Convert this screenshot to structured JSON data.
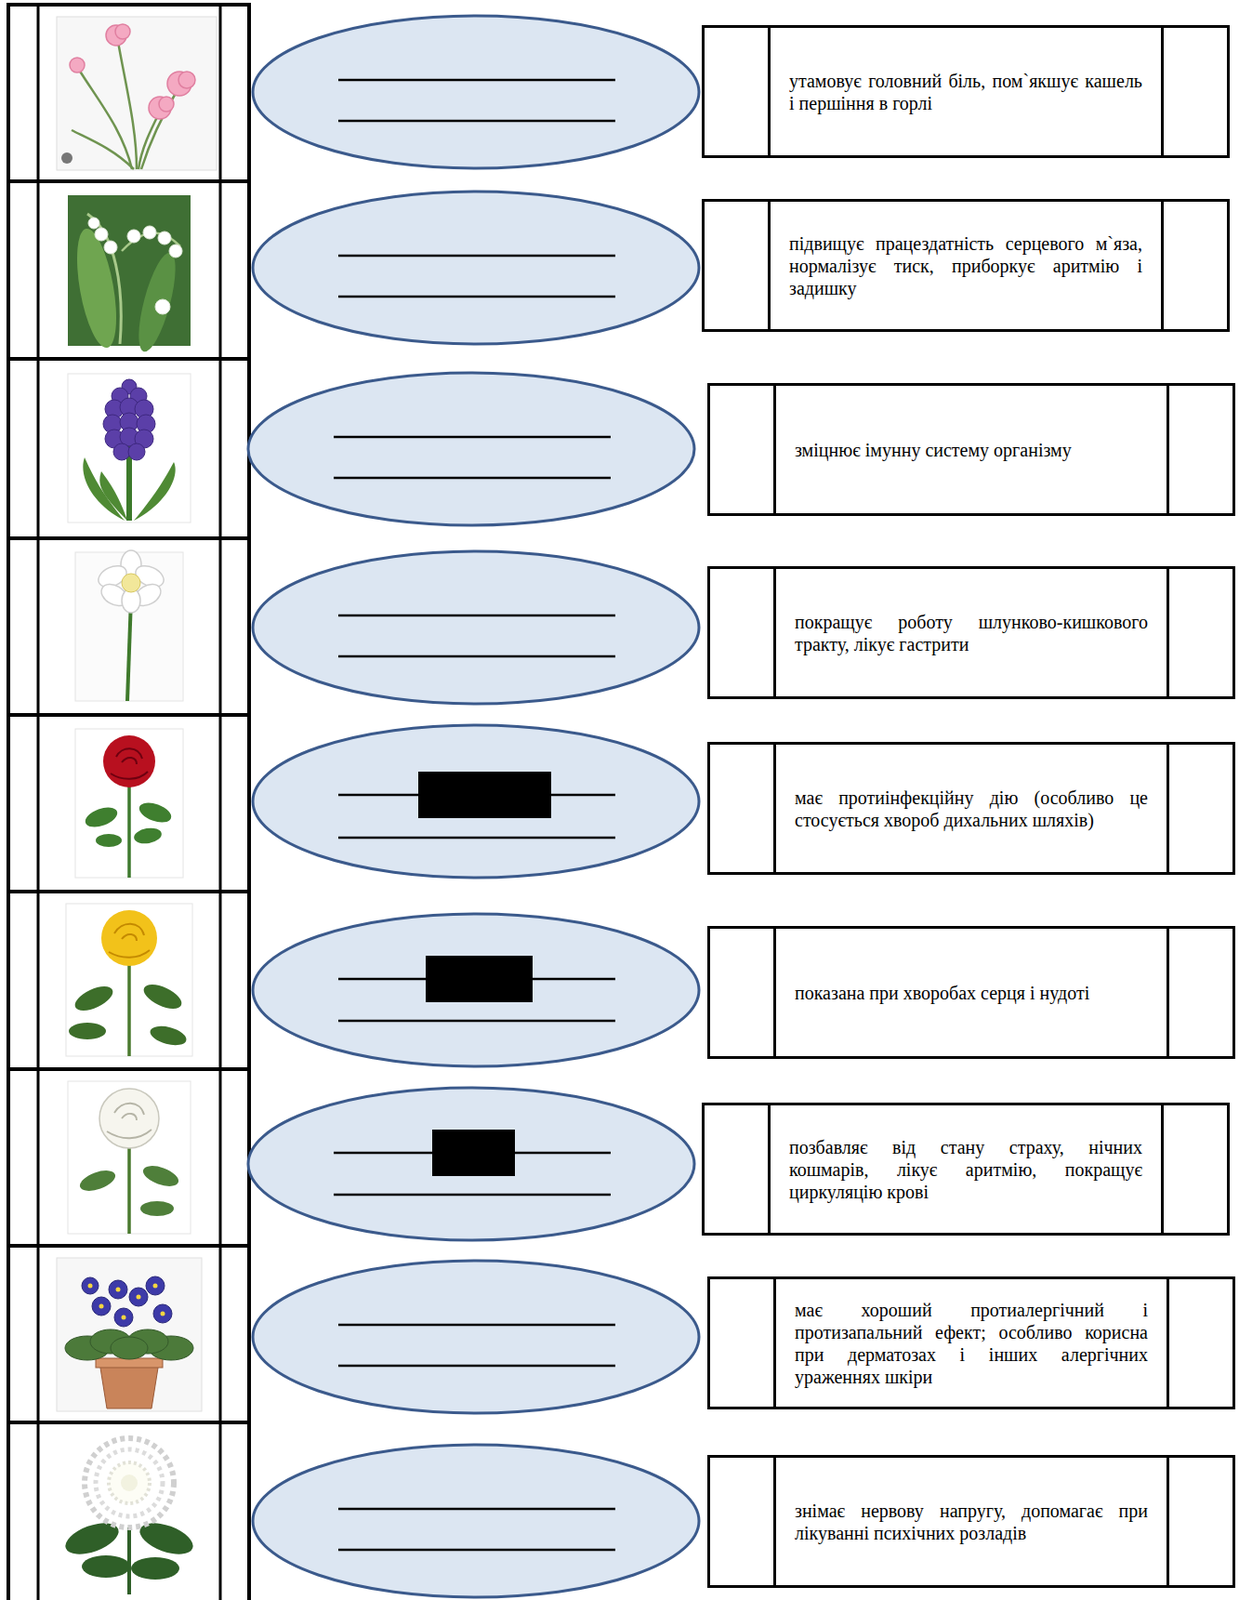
{
  "diagram": {
    "nodes": [
      {
        "text": [
          "утамовує головний біль, пом`якшує кашель і першіння в горлі"
        ]
      },
      {
        "text": [
          "підвищує працездатність серцевого м`яза, нормалізує тиск, приборкує аритмію і задишку"
        ]
      },
      {
        "text": [
          "зміцнює імунну систему організму"
        ]
      },
      {
        "text": [
          "покращує роботу шлунково-кишкового тракту, лікує гастрити"
        ]
      },
      {
        "text": [
          "має протиінфекційну дію (особливо це стосується хвороб дихальних шляхів)"
        ]
      },
      {
        "text": [
          "показана при хворобах серця і нудоті"
        ]
      },
      {
        "text": [
          "позбавляє від стану страху, нічних кошмарів, лікує аритмію, покращує циркуляцію крові"
        ]
      },
      {
        "text": [
          "має хороший протиалергічний і протизапальний ефект; особливо корисна при дерматозах і інших алергічних ураженнях шкіри"
        ]
      },
      {
        "text": [
          "знімає нервову напругу, допомагає при лікуванні психічних розладів"
        ]
      }
    ]
  }
}
